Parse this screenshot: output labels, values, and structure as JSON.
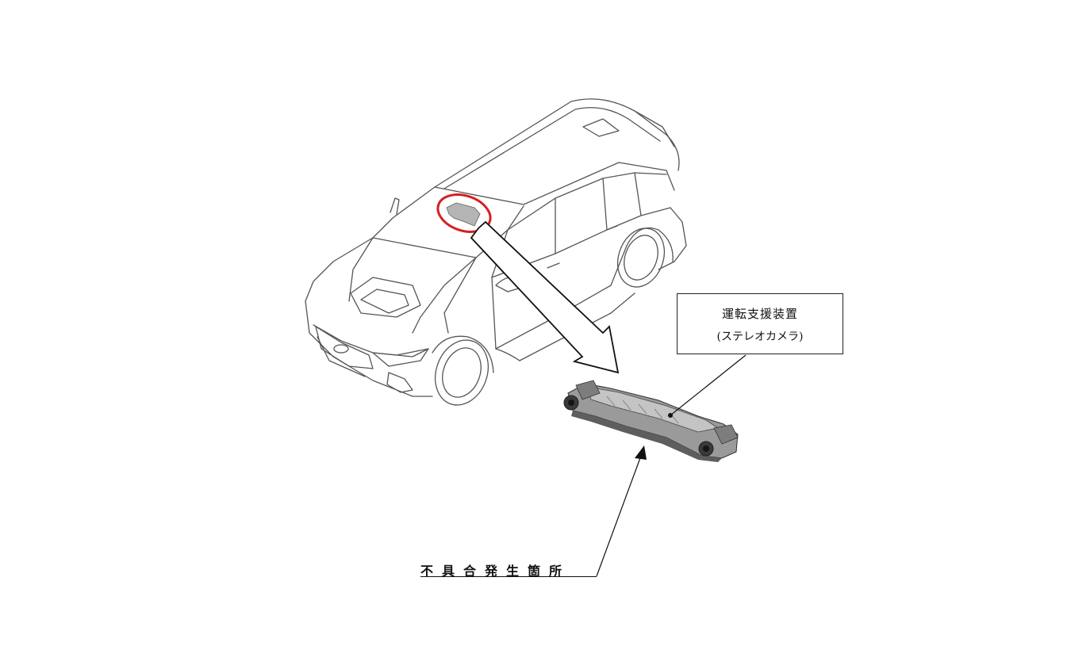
{
  "callout": {
    "title": "運転支援装置",
    "subtitle": "(ステレオカメラ)"
  },
  "defect_location_label": "不具合発生箇所",
  "colors": {
    "highlight_ellipse": "#d42020",
    "line_art": "#555555",
    "part_fill": "#8a8a8a",
    "background": "#ffffff"
  },
  "icons": {
    "vehicle": "station-wagon-line-art",
    "part": "stereo-camera-unit"
  }
}
